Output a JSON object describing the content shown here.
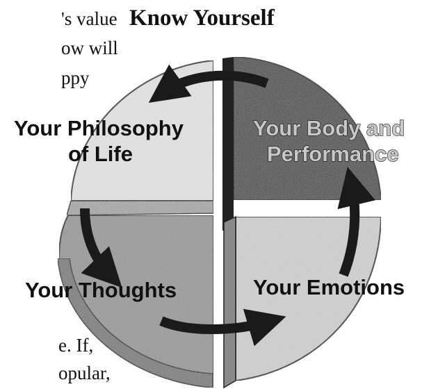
{
  "title": "Know Yourself",
  "fragments": {
    "line1": "'s value",
    "line2": "ow will",
    "line3": "ppy",
    "line4": "e. If,",
    "line5": "opular,"
  },
  "quadrants": {
    "philosophy": {
      "line1": "Your Philosophy",
      "line2": "of Life"
    },
    "body": {
      "line1": "Your Body and",
      "line2": "Performance"
    },
    "thoughts": "Your Thoughts",
    "emotions": "Your Emotions"
  },
  "colors": {
    "philosophy_fill": "#e6e6e6",
    "body_fill": "#4a4a4a",
    "thoughts_fill": "#9a9a9a",
    "emotions_fill": "#d2d2d2",
    "arrow": "#1a1a1a"
  }
}
